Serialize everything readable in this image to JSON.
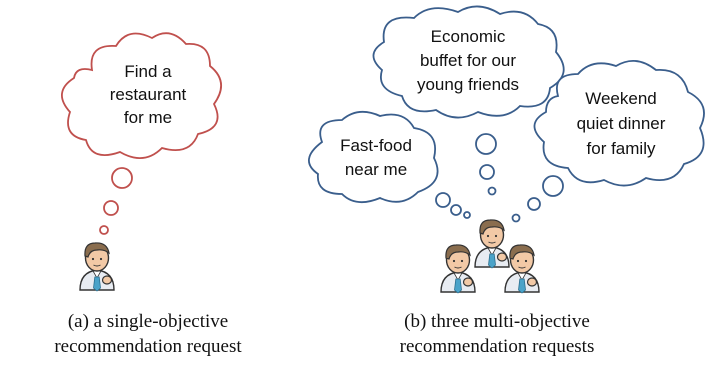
{
  "panel_a": {
    "bubble_lines": [
      "Find a",
      "restaurant",
      "for me"
    ],
    "caption_lines": [
      "(a)  a single-objective",
      "recommendation request"
    ]
  },
  "panel_b": {
    "bubble_left_lines": [
      "Fast-food",
      "near me"
    ],
    "bubble_top_lines": [
      "Economic",
      "buffet for our",
      "young friends"
    ],
    "bubble_right_lines": [
      "Weekend",
      "quiet dinner",
      "for family"
    ],
    "caption_lines": [
      "(b) three multi-objective",
      "recommendation requests"
    ]
  },
  "colors": {
    "single_bubble_outline": "#c0504d",
    "multi_bubble_outline": "#3a5e8c",
    "bubble_fill": "#ffffff",
    "skin": "#f2c9a6",
    "hair": "#8a6d4e",
    "shirt": "#e8ecf2",
    "tie": "#4aa3c9"
  }
}
